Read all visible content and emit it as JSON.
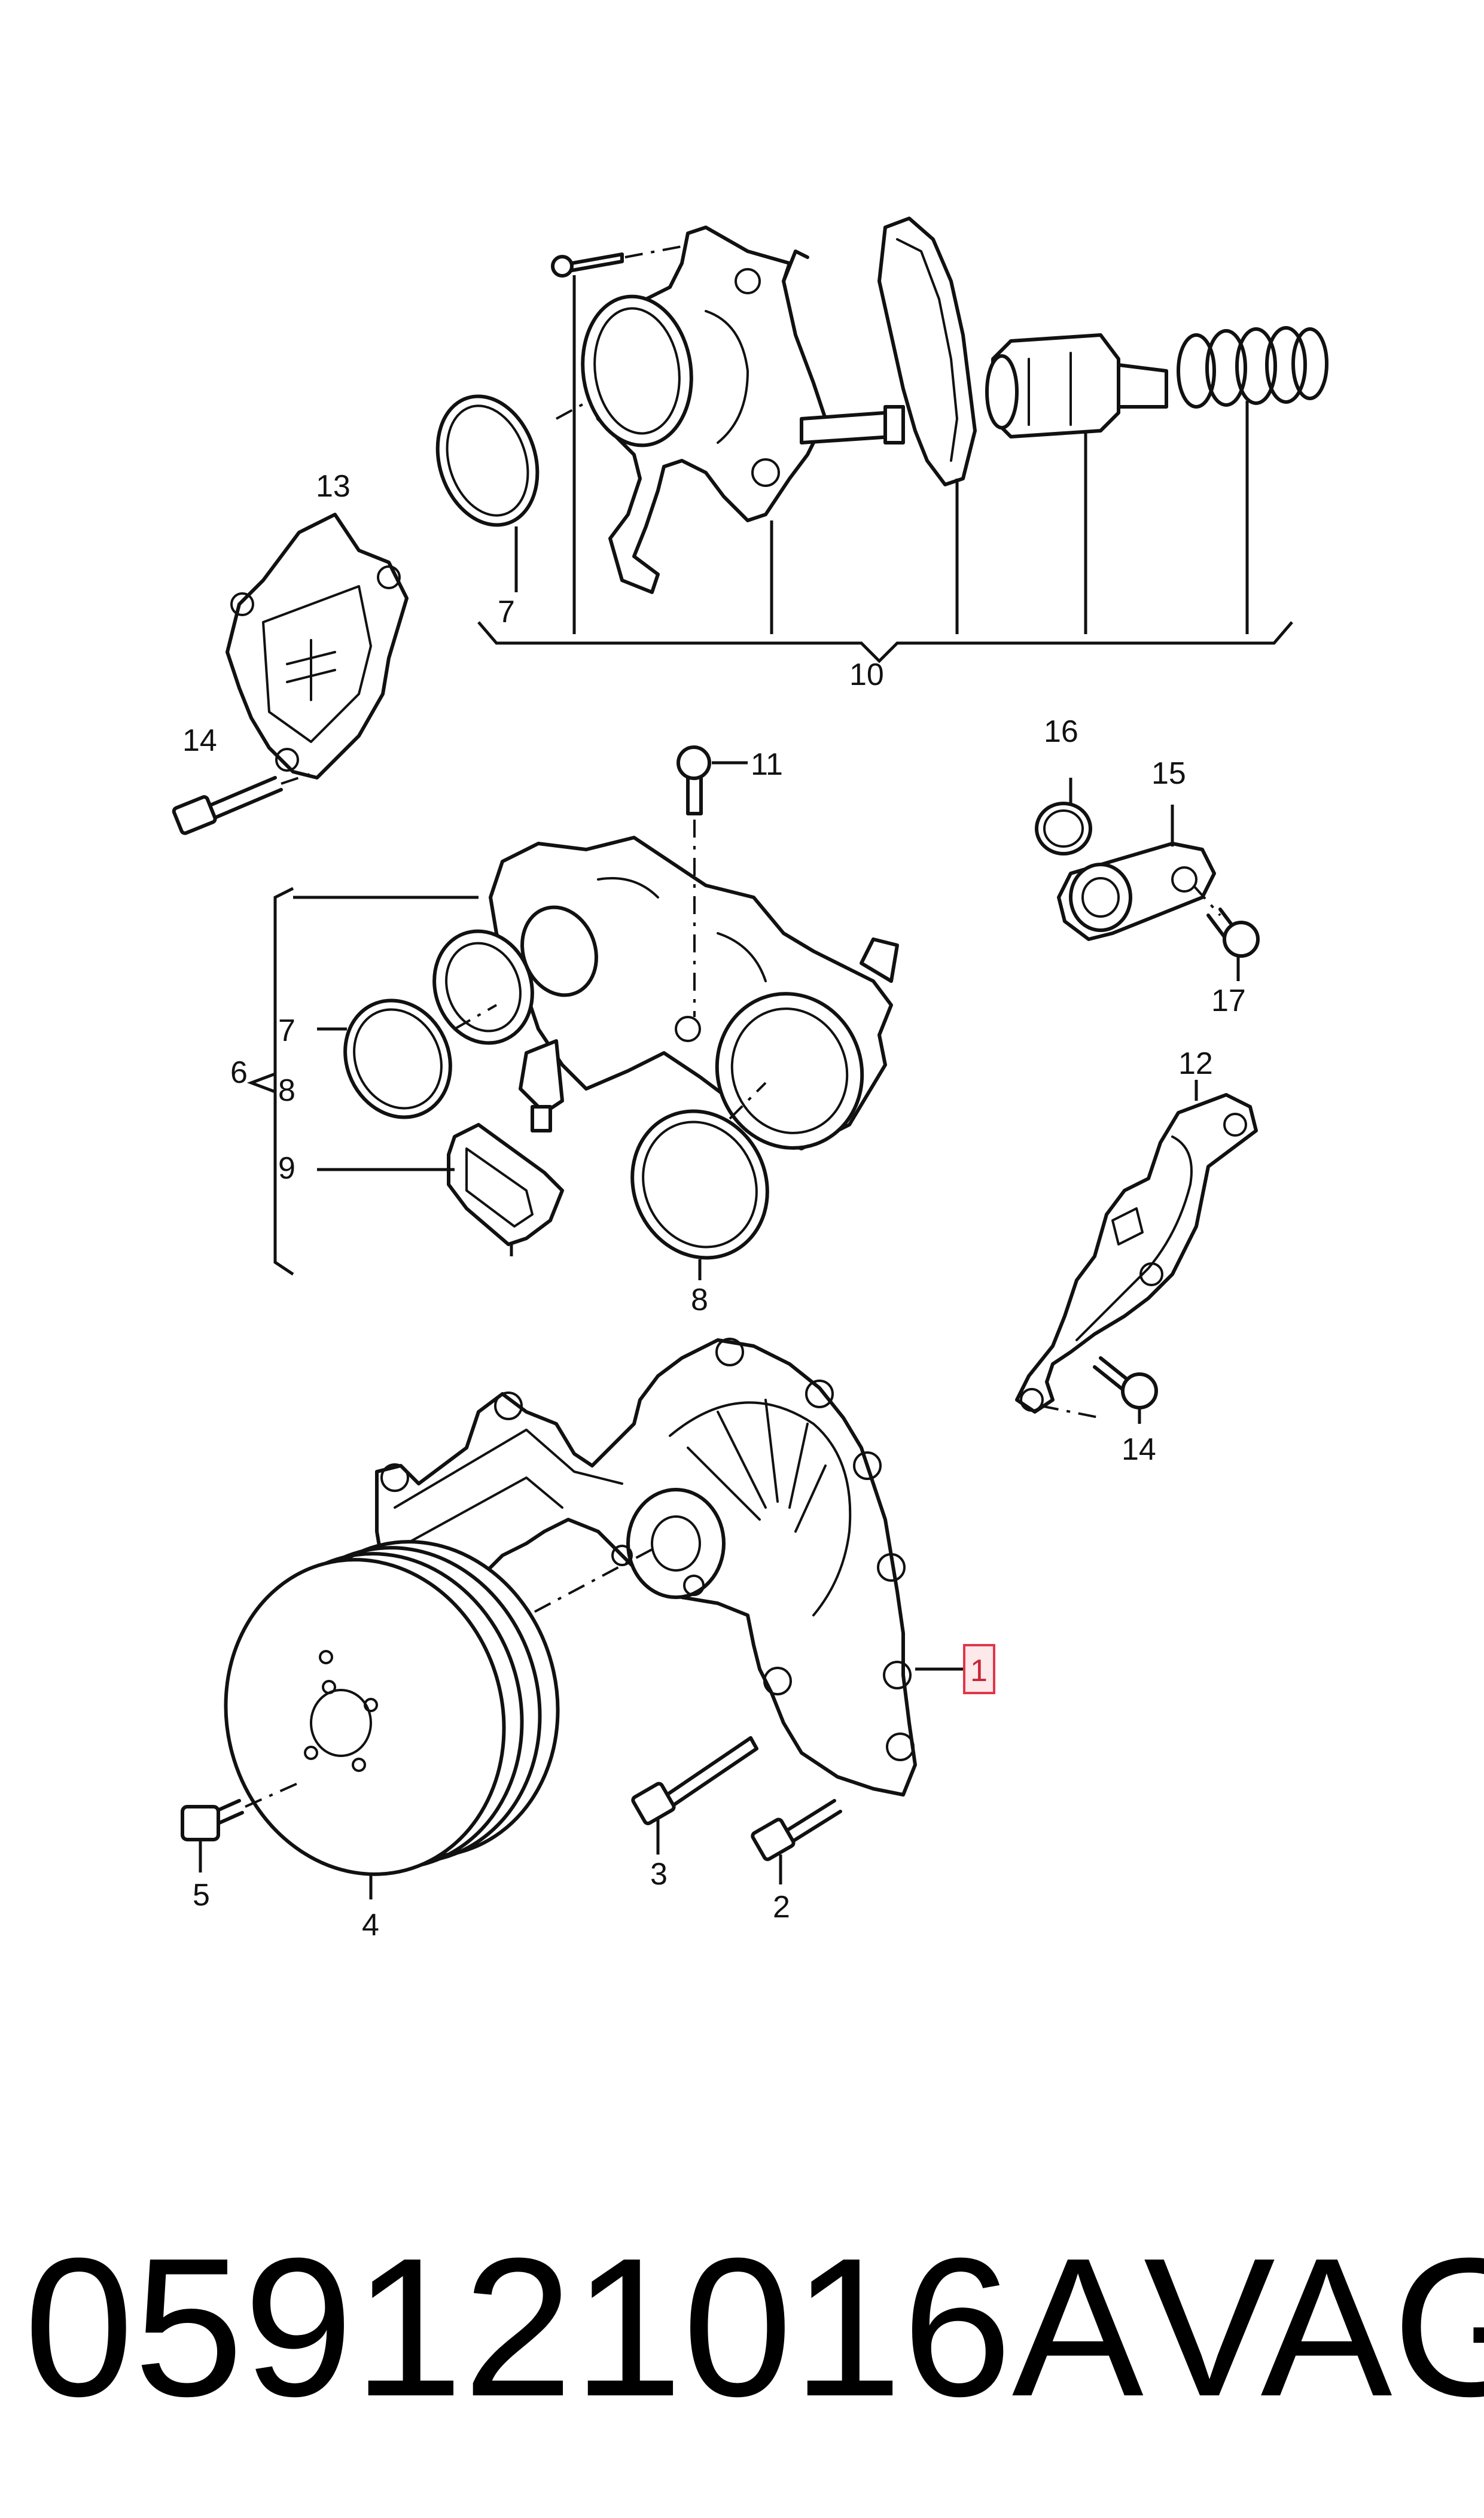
{
  "callouts": {
    "c1": "1",
    "c2": "2",
    "c3": "3",
    "c4": "4",
    "c5": "5",
    "c6": "6",
    "c7a": "7",
    "c7b": "7",
    "c8a": "8",
    "c8b": "8",
    "c9": "9",
    "c10": "10",
    "c11": "11",
    "c12": "12",
    "c13": "13",
    "c14a": "14",
    "c14b": "14",
    "c15": "15",
    "c16": "16",
    "c17": "17"
  },
  "highlight_color": "#e0374a",
  "footer": {
    "part_number": "059121016A",
    "brand": "VAG"
  }
}
